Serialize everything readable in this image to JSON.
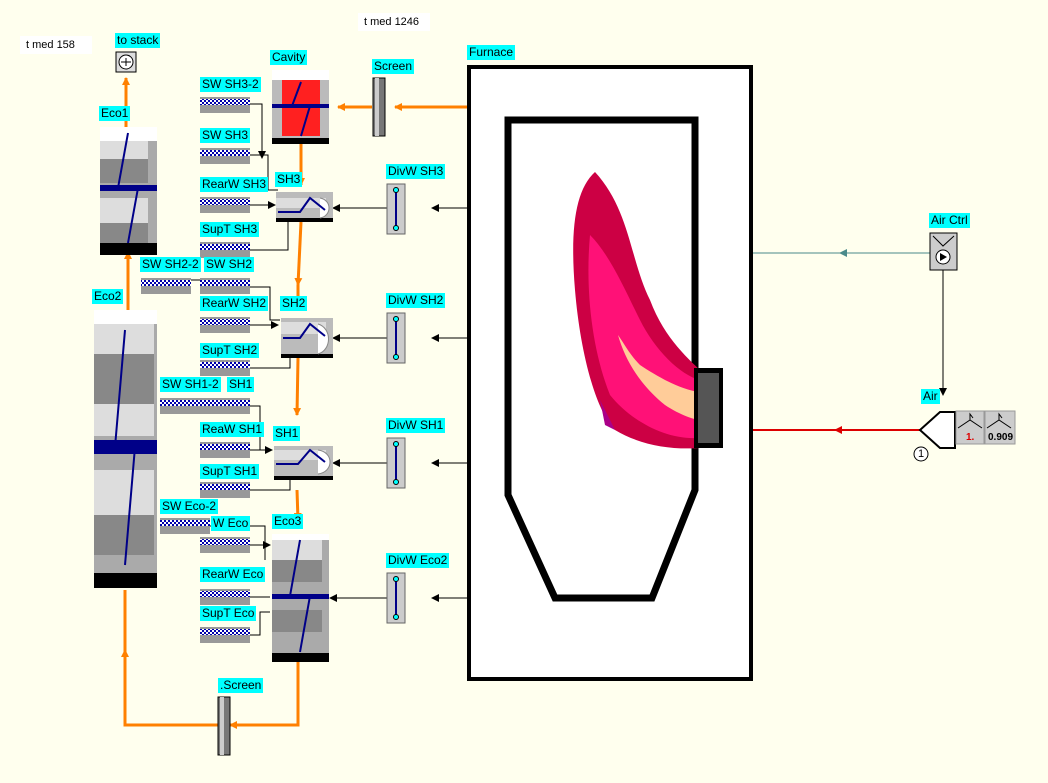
{
  "temps": {
    "stack": "t med  158",
    "furnace": "t med 1246"
  },
  "labels": {
    "to_stack": "to stack",
    "eco1": "Eco1",
    "eco2": "Eco2",
    "eco3": "Eco3",
    "cavity": "Cavity",
    "screen_top": "Screen",
    "screen_bottom": ".Screen",
    "furnace": "Furnace",
    "sw_sh3_2": "SW SH3-2",
    "sw_sh3": "SW SH3",
    "rearw_sh3": "RearW SH3",
    "supt_sh3": "SupT SH3",
    "sh3": "SH3",
    "divw_sh3": "DivW SH3",
    "sw_sh2_2": "SW SH2-2",
    "sw_sh2": "SW SH2",
    "rearw_sh2": "RearW SH2",
    "supt_sh2": "SupT SH2",
    "sh2": "SH2",
    "divw_sh2": "DivW SH2",
    "sw_sh1_2": "SW SH1-2",
    "sw_sh1": "SH1",
    "reaw_sh1": "ReaW SH1",
    "supt_sh1": "SupT SH1",
    "sh1": "SH1",
    "divw_sh1": "DivW SH1",
    "sw_eco_2": "SW Eco-2",
    "w_eco": "W Eco",
    "rearw_eco": "RearW Eco",
    "supt_eco": "SupT Eco",
    "divw_eco2": "DivW Eco2",
    "air_ctrl": "Air Ctrl",
    "air": "Air"
  },
  "air_fans": {
    "fan1_value": "1.",
    "fan2_value": "0.909",
    "circle_number": "1"
  },
  "colors": {
    "background": "#ffffee",
    "label_bg": "#00ffff",
    "water_flow": "#ff8000",
    "air_flow": "#dd0000",
    "control_line": "#4a8a8a",
    "flame_outer": "#cc0044",
    "flame_mid": "#ff1177",
    "flame_inner": "#ffcc99"
  },
  "icons": {
    "stack": "stack-icon",
    "heat_exchanger": "heat-exchanger-icon",
    "screen": "screen-tubes-icon",
    "panel": "wall-panel-icon",
    "divwall": "division-wall-icon",
    "air_ctrl": "play-control-icon",
    "fan": "fan-icon"
  }
}
